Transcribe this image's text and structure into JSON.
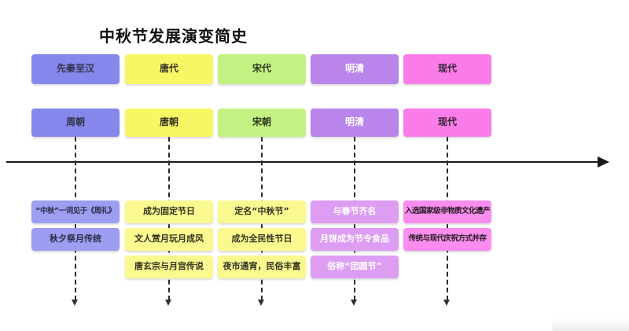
{
  "title": "中秋节发展演变简史",
  "timeline": {
    "axis_color": "#1a1a1a",
    "connector_style": "dashed"
  },
  "columns": [
    {
      "era": "先秦至汉",
      "dynasty": "周朝",
      "colors": {
        "header_bg": "#8687ec",
        "event_bg": "#9d9df2",
        "header_text": "#33334d",
        "event_text": "#2e2e4a"
      },
      "events": [
        "“中秋”一词见于《周礼》",
        "秋夕祭月传统"
      ]
    },
    {
      "era": "唐代",
      "dynasty": "唐朝",
      "colors": {
        "header_bg": "#f7f765",
        "event_bg": "#f9f98f",
        "header_text": "#333322",
        "event_text": "#333322"
      },
      "events": [
        "成为固定节日",
        "文人赏月玩月成风",
        "唐玄宗与月宫传说"
      ]
    },
    {
      "era": "宋代",
      "dynasty": "宋朝",
      "colors": {
        "header_bg": "#c3f282",
        "event_bg": "#f9f98f",
        "header_text": "#2e3a22",
        "event_text": "#333322"
      },
      "events": [
        "定名“中秋节”",
        "成为全民性节日",
        "夜市通宵，民俗丰富"
      ]
    },
    {
      "era": "明清",
      "dynasty": "明清",
      "colors": {
        "header_bg": "#b985ea",
        "event_bg": "#dd9df2",
        "header_text": "#ffffff",
        "event_text": "#ffffff"
      },
      "events": [
        "与春节齐名",
        "月饼成为节令食品",
        "俗称“团圆节”"
      ]
    },
    {
      "era": "现代",
      "dynasty": "现代",
      "colors": {
        "header_bg": "#f97ce9",
        "event_bg": "#fa8dee",
        "header_text": "#33222f",
        "event_text": "#221a20"
      },
      "events": [
        "入选国家级非物质文化遗产",
        "传统与现代庆祝方式并存"
      ]
    }
  ]
}
